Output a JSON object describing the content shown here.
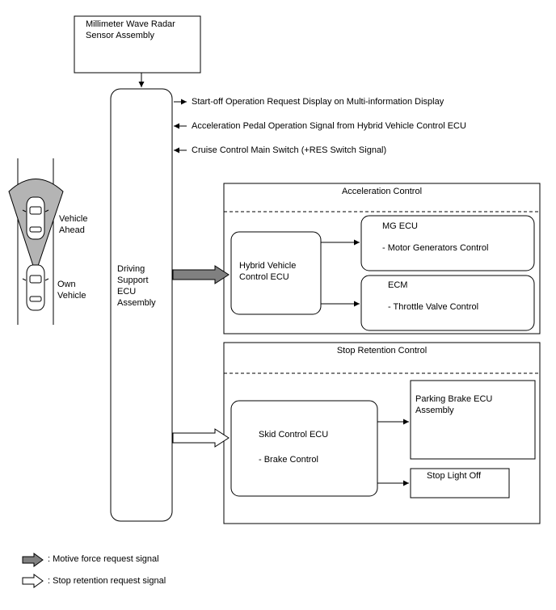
{
  "radar": {
    "label": "Millimeter Wave Radar\nSensor Assembly"
  },
  "driving_ecu": {
    "label": "Driving\nSupport\nECU\nAssembly"
  },
  "signals": {
    "start_off": "Start-off Operation Request Display on Multi-information Display",
    "accel_pedal": "Acceleration Pedal Operation Signal from Hybrid Vehicle Control ECU",
    "cruise_main": "Cruise Control Main Switch (+RES Switch Signal)"
  },
  "vehicles": {
    "ahead": "Vehicle\nAhead",
    "own": "Own\nVehicle"
  },
  "acceleration_control": {
    "title": "Acceleration Control",
    "hv_ecu": "Hybrid Vehicle\nControl ECU",
    "mg_ecu": "MG ECU",
    "mg_function": "- Motor Generators Control",
    "ecm": "ECM",
    "ecm_function": "- Throttle Valve Control"
  },
  "stop_retention_control": {
    "title": "Stop Retention Control",
    "skid_ecu": "Skid Control ECU",
    "skid_function": "- Brake Control",
    "parking_brake": "Parking Brake ECU\nAssembly",
    "stop_light": "Stop Light Off"
  },
  "legend": {
    "motive": ": Motive force request signal",
    "stop_retention": ": Stop retention request signal"
  },
  "colors": {
    "motive_arrow": "#808080",
    "stop_arrow": "#ffffff",
    "line": "#000000"
  }
}
